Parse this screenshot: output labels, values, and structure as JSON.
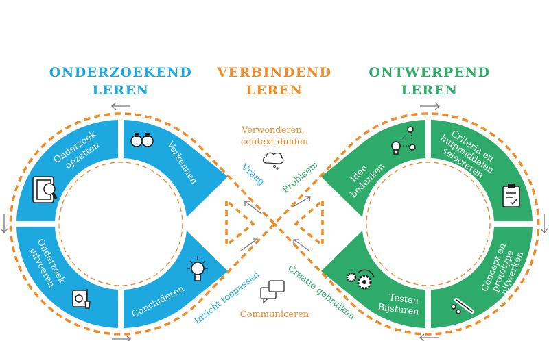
{
  "colors": {
    "blue": "#1ea8e0",
    "orange": "#f08a24",
    "green": "#2eaa6a",
    "arrow": "#777777"
  },
  "titles": {
    "left": [
      "ONDERZOEKEND",
      "LEREN"
    ],
    "center": [
      "VERBINDEND",
      "LEREN"
    ],
    "right": [
      "ONTWERPEND",
      "LEREN"
    ]
  },
  "left_cycle": {
    "segments": [
      {
        "lines": [
          "Onderzoek",
          "opzetten"
        ],
        "icon": "document-search-icon"
      },
      {
        "lines": [
          "Verkennen"
        ],
        "icon": "binoculars-icon"
      },
      {
        "lines": [
          "Concluderen"
        ],
        "icon": "lightbulb-icon"
      },
      {
        "lines": [
          "Onderzoek",
          "uitvoeren"
        ],
        "icon": "lab-analysis-icon"
      }
    ]
  },
  "right_cycle": {
    "segments": [
      {
        "lines": [
          "Idee",
          "bedenken"
        ],
        "icon": "idea-network-icon"
      },
      {
        "lines": [
          "Criteria en",
          "hulpmiddelen",
          "selecteren"
        ],
        "icon": "clipboard-check-icon"
      },
      {
        "lines": [
          "Concept en",
          "prototype",
          "uitwerken"
        ],
        "icon": "wrench-icon"
      },
      {
        "lines": [
          "Testen",
          "Bijsturen"
        ],
        "icon": "gears-icon"
      }
    ]
  },
  "center": {
    "top_lines": [
      "Verwonderen,",
      "context duiden"
    ],
    "top_icon": "thought-cloud-icon",
    "bottom_label": "Communiceren",
    "bottom_icon": "chat-bubbles-icon",
    "vraag": "Vraag",
    "probleem": "Probleem",
    "inzicht": "Inzicht toepassen",
    "creatie": "Creatie gebruiken"
  }
}
